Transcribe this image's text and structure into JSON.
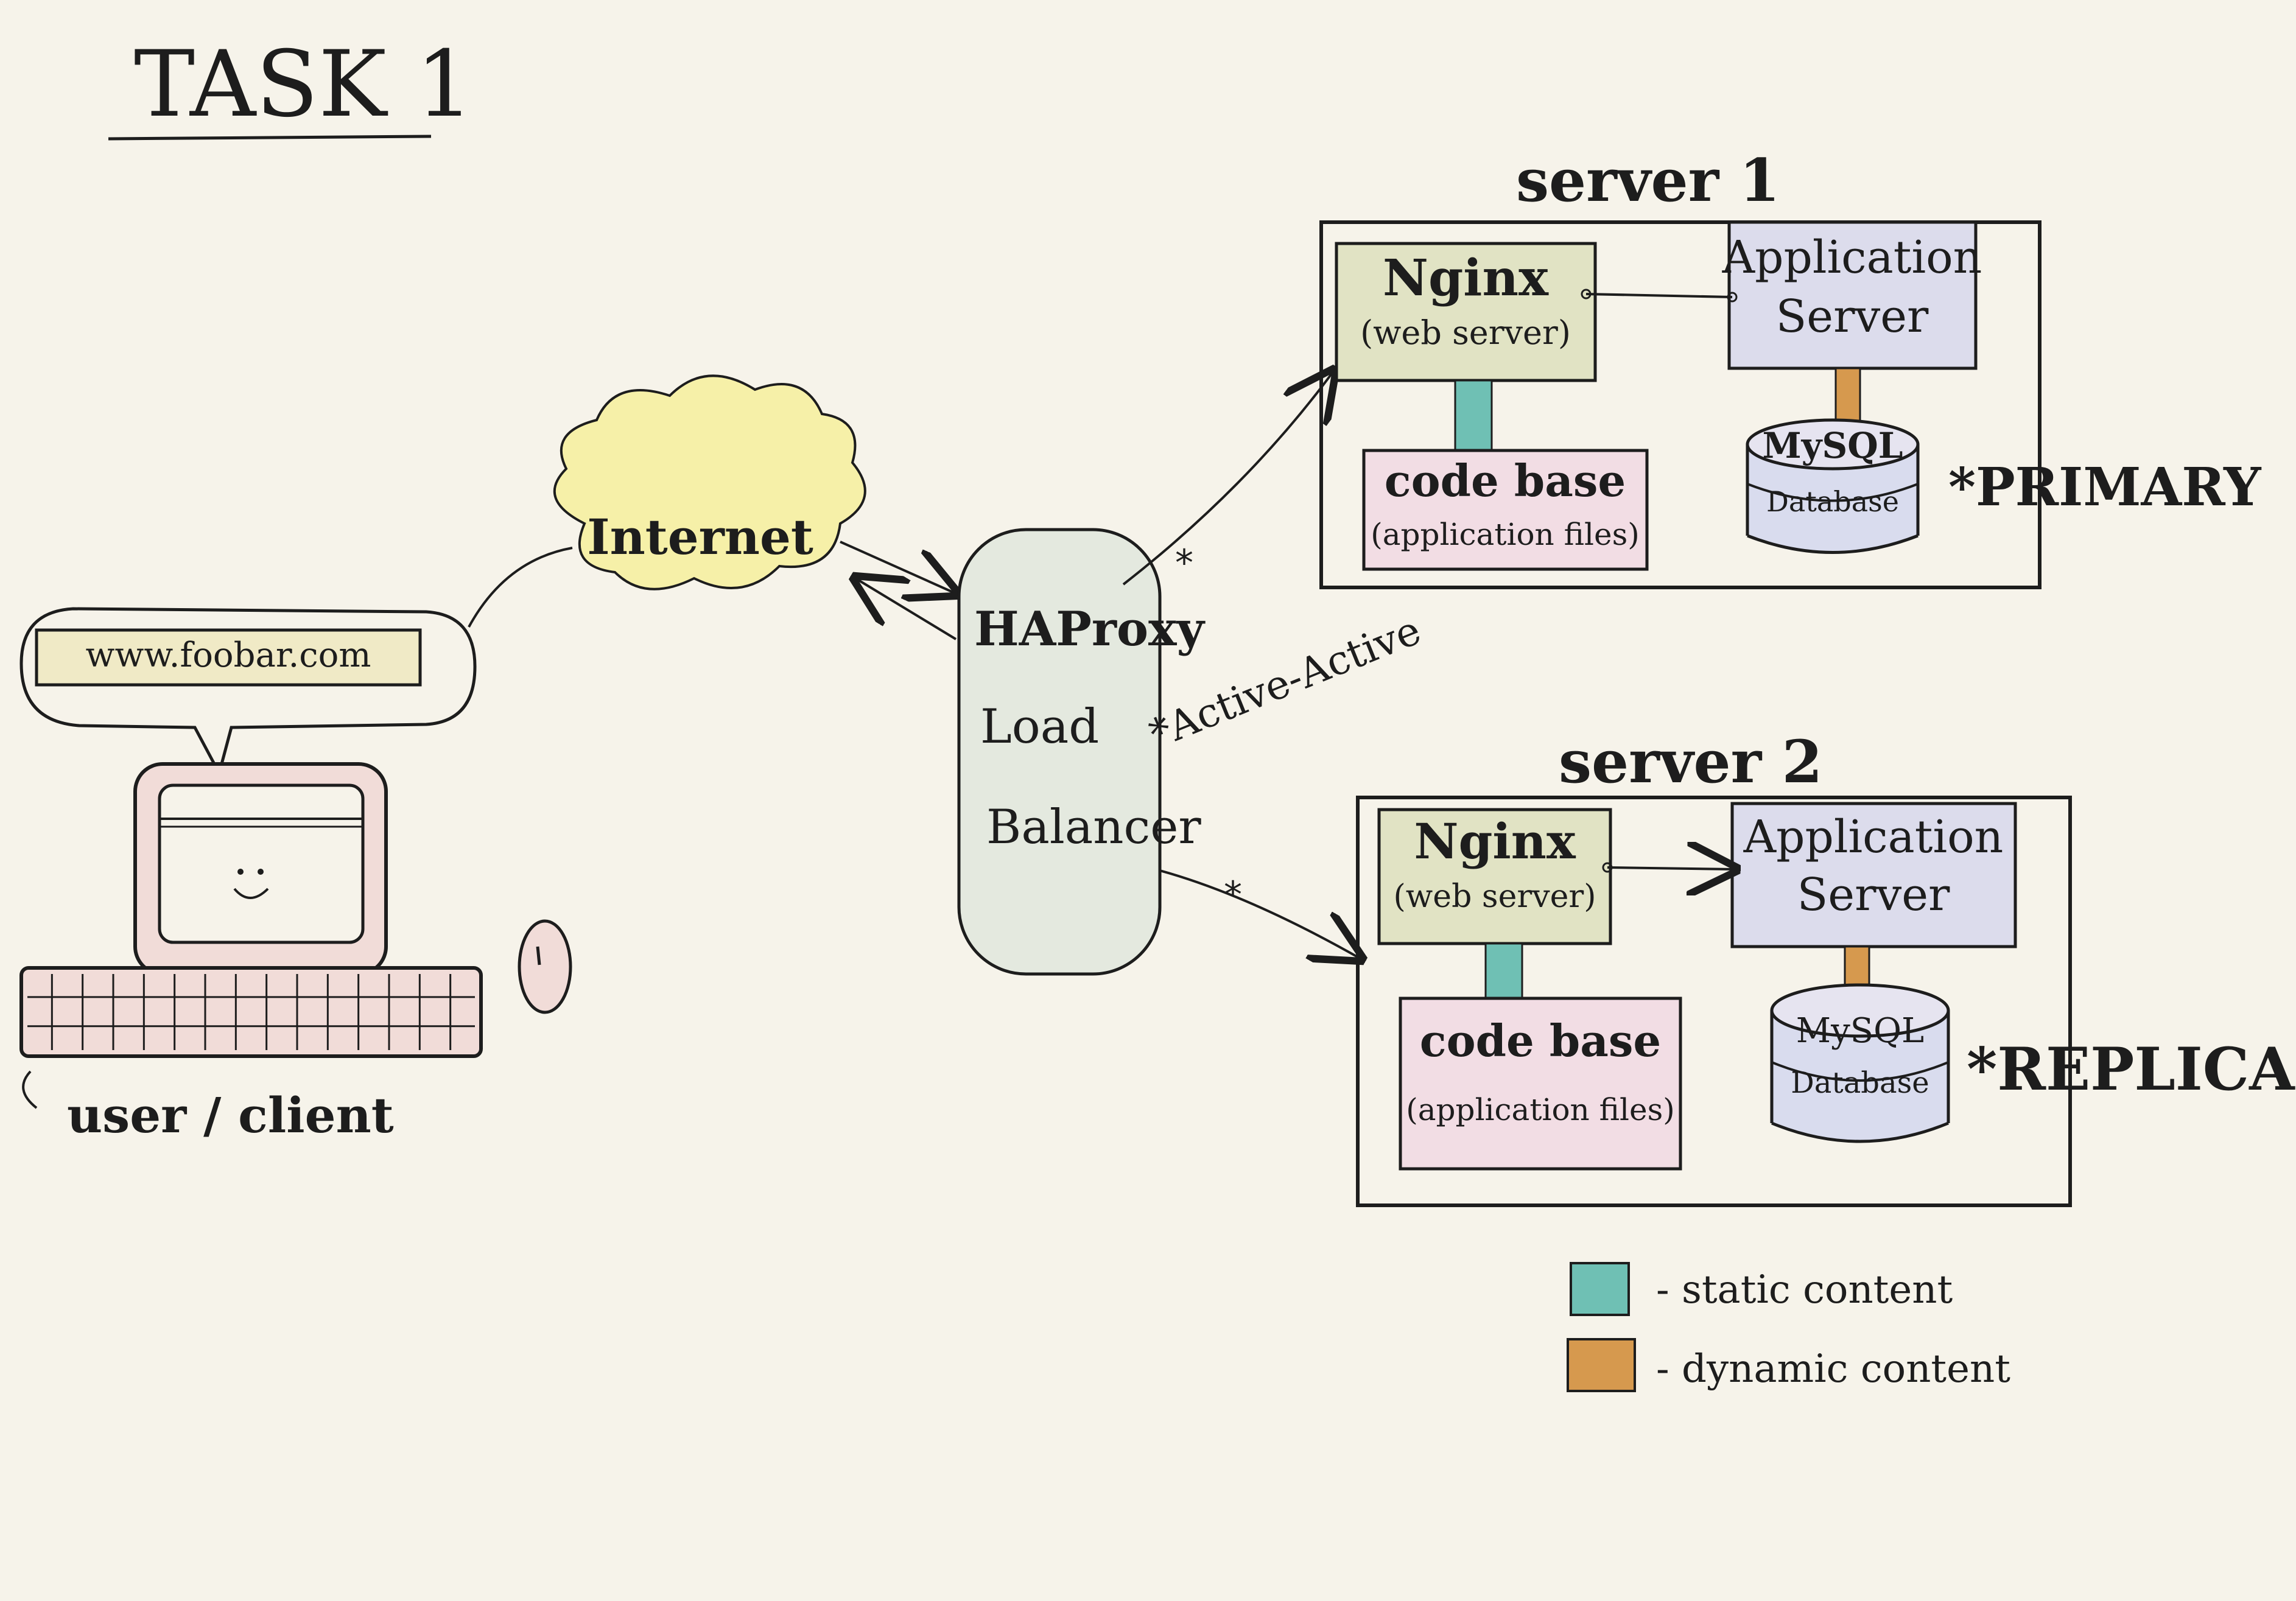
{
  "title": "TASK 1",
  "url_bubble": {
    "url": "www.foobar.com"
  },
  "user_label": "user / client",
  "internet": {
    "label": "Internet"
  },
  "load_balancer": {
    "line1": "HAProxy",
    "line2": "Load",
    "line3": "Balancer"
  },
  "active_note": "*Active-Active",
  "asterisk": "*",
  "server1": {
    "title": "server 1",
    "nginx": {
      "name": "Nginx",
      "sub": "(web server)"
    },
    "app": {
      "line1": "Application",
      "line2": "Server"
    },
    "codebase": {
      "name": "code base",
      "sub": "(application files)"
    },
    "db": {
      "line1": "MySQL",
      "line2": "Database"
    },
    "role": "*PRIMARY"
  },
  "server2": {
    "title": "server 2",
    "nginx": {
      "name": "Nginx",
      "sub": "(web server)"
    },
    "app": {
      "line1": "Application",
      "line2": "Server"
    },
    "codebase": {
      "name": "code base",
      "sub": "(application files)"
    },
    "db": {
      "line1": "MySQL",
      "line2": "Database"
    },
    "role": "*REPLICA"
  },
  "legend": [
    {
      "label": "- static content",
      "color": "#6fc0b4"
    },
    {
      "label": "- dynamic content",
      "color": "#d6994e"
    }
  ],
  "colors": {
    "paper": "#f6f3ea",
    "ink": "#1d1d1d",
    "nginx_fill": "#e1e3c4",
    "app_fill": "#dcdcec",
    "codebase_fill": "#f2dde4",
    "db_fill": "#d9dcee",
    "cloud_fill": "#f6f0a8",
    "lb_fill": "#e4e9df",
    "computer_fill": "#f1dcd8",
    "static": "#6fc0b4",
    "dynamic": "#d6994e"
  }
}
